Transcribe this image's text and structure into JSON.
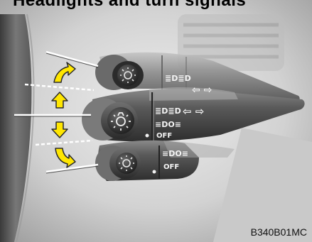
{
  "title": "Headlights and turn signals",
  "figure_code": "B340B01MC",
  "lever_positions": [
    {
      "stalk": "upper",
      "labels": [
        "≣D≣D",
        "⇦ ⇨"
      ]
    },
    {
      "stalk": "middle",
      "labels": [
        "≣D≣D",
        "⇦ ⇨",
        "≡DO≡",
        "OFF"
      ]
    },
    {
      "stalk": "lower",
      "labels": [
        "≡DO≡",
        "OFF"
      ]
    }
  ],
  "colors": {
    "arrow_fill": "#ffe600",
    "arrow_outline": "#2a2a2a",
    "stalk_dark": "#3a3a3a",
    "stalk_light": "#9a9a9a",
    "background": "#d4d4d4"
  },
  "icons": {
    "knob": "light-switch-sun-icon",
    "arrows": [
      "curved-up-arrow",
      "up-arrow",
      "down-arrow",
      "curved-down-arrow"
    ]
  }
}
